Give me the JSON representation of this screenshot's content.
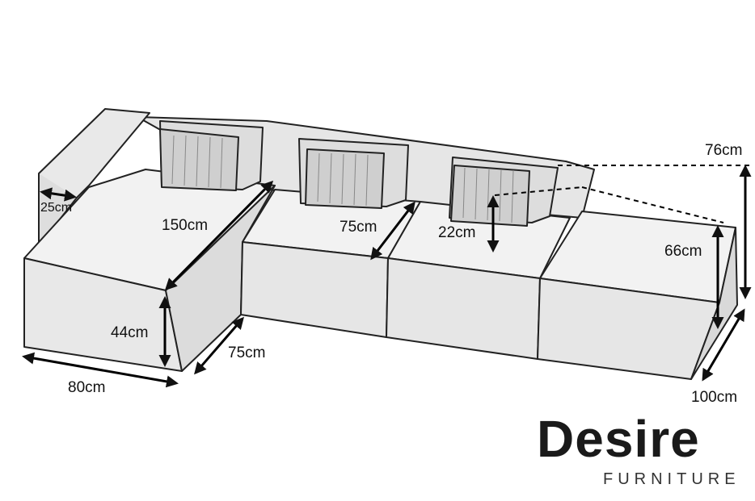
{
  "dimensions": {
    "arm_width": "25cm",
    "chaise_length": "150cm",
    "seat_depth": "75cm",
    "cushion_height": "22cm",
    "back_height": "76cm",
    "pouf_height": "66cm",
    "seat_height": "44cm",
    "chaise_width": "80cm",
    "chaise_depth": "75cm",
    "pouf_depth": "100cm"
  },
  "brand": {
    "wordmark": "Desire",
    "tagline": "FURNITURE"
  },
  "colors": {
    "line": "#222222",
    "shade": "#d9d9d9",
    "background": "#ffffff"
  }
}
